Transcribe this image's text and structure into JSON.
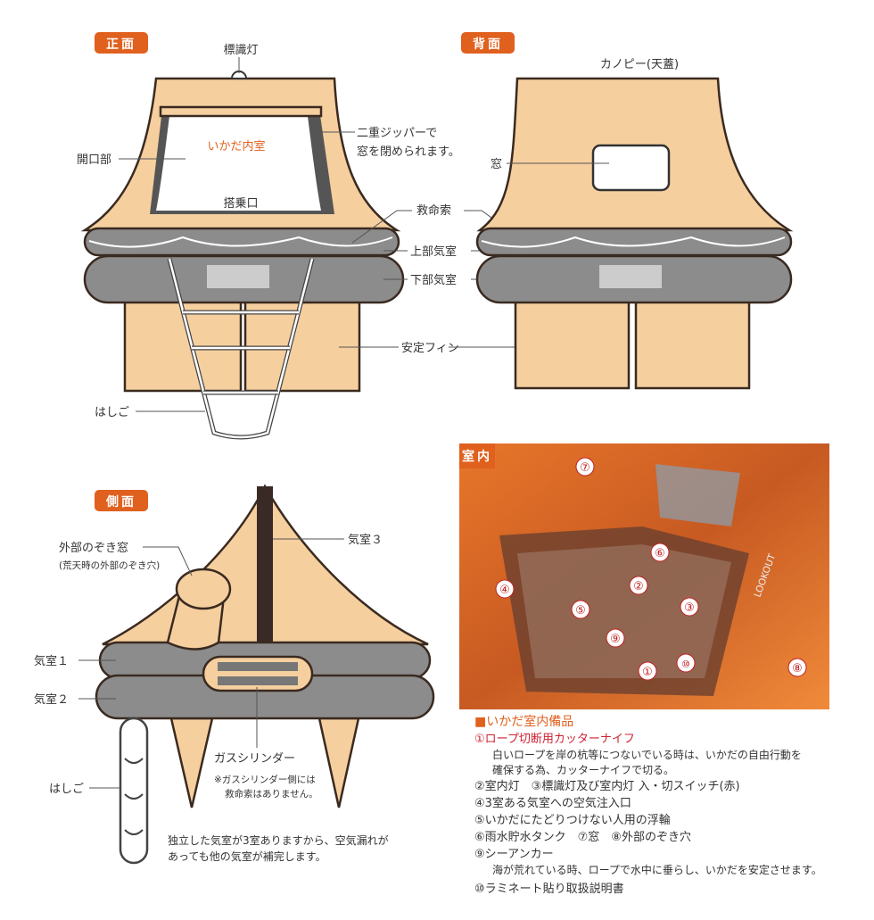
{
  "colors": {
    "accent": "#e0601e",
    "tan": "#f6cf9f",
    "tube": "#8c8c8c",
    "red": "#d02030"
  },
  "front": {
    "badge": "正面",
    "beacon": "標識灯",
    "interior": "いかだ内室",
    "opening": "開口部",
    "zipper1": "二重ジッパーで",
    "zipper2": "窓を閉められます。",
    "boarding": "搭乗口",
    "lifeline": "救命索",
    "upper": "上部気室",
    "lower": "下部気室",
    "fin": "安定フィン",
    "ladder": "はしご"
  },
  "back": {
    "badge": "背面",
    "canopy": "カノピー(天蓋)",
    "window": "窓"
  },
  "side": {
    "badge": "側面",
    "peep": "外部のぞき窓",
    "peep_note": "(荒天時の外部のぞき穴)",
    "ch3": "気室３",
    "ch1": "気室１",
    "ch2": "気室２",
    "gas": "ガスシリンダー",
    "gas_note1": "※ガスシリンダー側には",
    "gas_note2": "救命索はありません。",
    "ladder": "はしご",
    "note1": "独立した気室が3室ありますから、空気漏れが",
    "note2": "あっても他の気室が補完します。"
  },
  "interior": {
    "badge": "室内",
    "markers": [
      "①",
      "②",
      "③",
      "④",
      "⑤",
      "⑥",
      "⑦",
      "⑧",
      "⑨",
      "⑩"
    ],
    "photo_text": "LOOKOUT"
  },
  "legend": {
    "title": "■いかだ室内備品",
    "i1": "①ロープ切断用カッターナイフ",
    "i1_desc1": "白いロープを岸の杭等につないでいる時は、いかだの自由行動を",
    "i1_desc2": "確保する為、カッターナイフで切る。",
    "i2": "②室内灯　③標識灯及び室内灯 入・切スイッチ(赤)",
    "i4": "④3室ある気室への空気注入口",
    "i5": "⑤いかだにたどりつけない人用の浮輪",
    "i6": "⑥雨水貯水タンク　⑦窓　⑧外部のぞき穴",
    "i9": "⑨シーアンカー",
    "i9_desc": "海が荒れている時、ロープで水中に垂らし、いかだを安定させます。",
    "i10": "⑩ラミネート貼り取扱説明書"
  }
}
